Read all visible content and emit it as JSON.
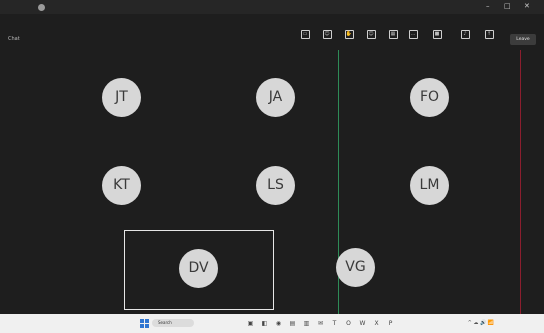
{
  "window": {
    "title": "",
    "top_right_label": ""
  },
  "toolbar": {
    "left_label": "Chat",
    "tools": [
      {
        "icon": "chat-icon",
        "glyph": "▭",
        "label": ""
      },
      {
        "icon": "people-icon",
        "glyph": "☺",
        "label": ""
      },
      {
        "icon": "raise-hand-icon",
        "glyph": "✋",
        "label": ""
      },
      {
        "icon": "react-icon",
        "glyph": "☺",
        "label": ""
      },
      {
        "icon": "view-icon",
        "glyph": "▦",
        "label": ""
      },
      {
        "icon": "more-icon",
        "glyph": "…",
        "label": ""
      },
      {
        "icon": "camera-icon",
        "glyph": "■",
        "label": ""
      },
      {
        "icon": "mic-icon",
        "glyph": "♪",
        "label": ""
      },
      {
        "icon": "share-icon",
        "glyph": "↑",
        "label": ""
      }
    ],
    "leave_label": "Leave"
  },
  "participants": [
    {
      "initials": "JT",
      "name": ""
    },
    {
      "initials": "JA",
      "name": ""
    },
    {
      "initials": "FO",
      "name": ""
    },
    {
      "initials": "KT",
      "name": ""
    },
    {
      "initials": "LS",
      "name": ""
    },
    {
      "initials": "LM",
      "name": ""
    },
    {
      "initials": "DV",
      "name": ""
    },
    {
      "initials": "VG",
      "name": ""
    }
  ],
  "taskbar": {
    "weather": "",
    "search_label": "Search",
    "tray_icons": "^ ☁ 🔊 📶",
    "time": "",
    "date": ""
  },
  "colors": {
    "background": "#1e1e1e",
    "avatar": "#d7d7d7",
    "accent_green": "#2e8b57",
    "accent_red": "#8b1e2e"
  }
}
